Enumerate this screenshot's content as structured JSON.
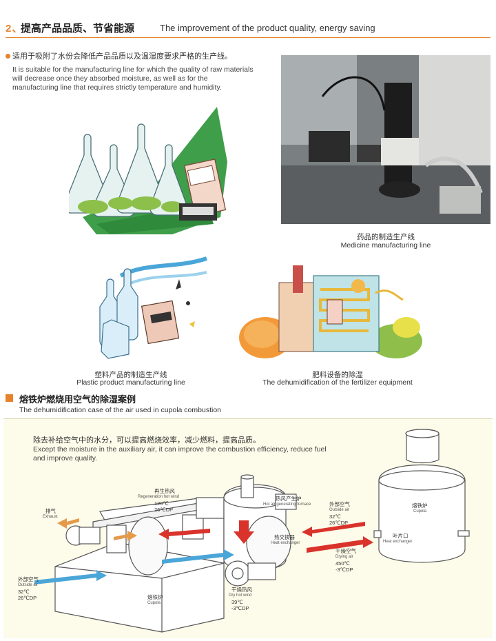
{
  "header": {
    "number": "2、",
    "title_cn": "提高产品品质、节省能源",
    "title_en": "The improvement of the product quality, energy saving"
  },
  "intro": {
    "text_cn": "适用于吸附了水份会降低产品品质以及温湿度要求严格的生产线。",
    "text_en": "It is suitable for the manufacturing line for which the quality of raw materials will decrease once they absorbed moisture, as well as for the manufacturing line that requires strictly temperature and humidity."
  },
  "captions": {
    "medicine_cn": "药品的制造生产线",
    "medicine_en": "Medicine manufacturing line",
    "plastic_cn": "塑料产品的制造生产线",
    "plastic_en": "Plastic product manufacturing line",
    "fertilizer_cn": "肥料设备的除湿",
    "fertilizer_en": "The dehumidification of the fertilizer equipment"
  },
  "section2": {
    "title_cn": "熔铁炉燃烧用空气的除湿案例",
    "title_en": "The dehumidification case of the air used in cupola combustion"
  },
  "case": {
    "text_cn": "除去补给空气中的水分，可以提高燃烧效率，减少燃料，提高品质。",
    "text_en": "Except the moisture in the auxiliary air, it can improve the combustion efficiency, reduce fuel and improve quality."
  },
  "diagram": {
    "regen_cn": "再生热风",
    "regen_en": "Regeneration hot wind",
    "regen_temp": "120℃",
    "regen_cdp": "26℃DP",
    "exhaust_cn": "排气",
    "exhaust_en": "Exhaust",
    "hotair_cn": "热风产生炉",
    "hotair_en": "Hot air generating furnace",
    "outside_right_cn": "外部空气",
    "outside_right_en": "Outside air",
    "outside_right_temp": "32℃",
    "outside_right_cdp": "26℃DP",
    "hx_cn": "热交换器",
    "hx_en": "Heat exchanger",
    "dry_air_cn": "干燥空气",
    "dry_air_en": "Drying air",
    "dry_air_temp": "450℃",
    "dry_air_cdp": "-3℃DP",
    "outside_left_cn": "外部空气",
    "outside_left_en": "Outside air",
    "outside_left_temp": "32℃",
    "outside_left_cdp": "26℃DP",
    "cupola_bottom_cn": "熔铁炉",
    "cupola_bottom_en": "Cupola",
    "dryhot_cn": "干燥热风",
    "dryhot_en": "Dry hot wind",
    "dryhot_temp": "39℃",
    "dryhot_cdp": "-3℃DP",
    "cupola_right_cn": "熔铁炉",
    "cupola_right_en": "Cupola",
    "blade_cn": "叶片口",
    "blade_en": "Heat exchanger"
  },
  "colors": {
    "accent": "#e8822a",
    "arrow_red": "#d9332b",
    "arrow_blue": "#4aa6d8",
    "arrow_orange": "#e59a4a"
  }
}
